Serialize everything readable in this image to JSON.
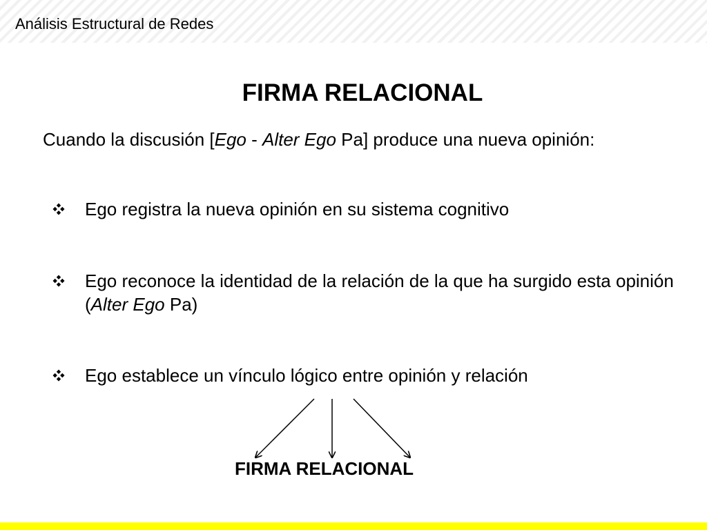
{
  "header": {
    "title": "Análisis Estructural de Redes"
  },
  "slide": {
    "title": "FIRMA RELACIONAL",
    "intro": {
      "prefix": "Cuando la discusión [",
      "ego": "Ego",
      "sep": " - ",
      "alter_ego": "Alter Ego",
      "suffix": " Pa] produce una nueva opinión:"
    },
    "bullets": [
      {
        "text": "Ego registra la nueva opinión en su sistema cognitivo"
      },
      {
        "text": "Ego reconoce la identidad de la relación  de la que ha surgido esta opinión (",
        "italic": "Alter Ego",
        "suffix": " Pa)"
      },
      {
        "text": "Ego establece un vínculo lógico entre opinión y relación"
      }
    ],
    "result": "FIRMA RELACIONAL"
  },
  "icons": {
    "bullet": "diamond-four-bullet-icon"
  },
  "colors": {
    "footer_bar": "#ffff00",
    "header_stripes": "#f1f1f1",
    "text": "#000000"
  }
}
